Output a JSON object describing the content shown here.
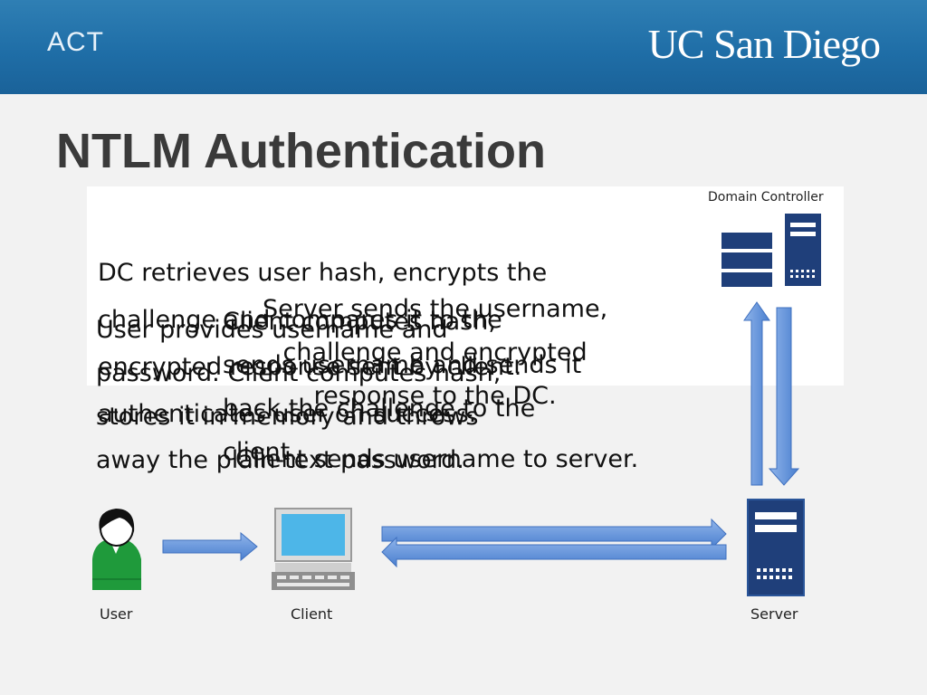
{
  "header": {
    "brand_left": "ACT",
    "brand_right": "UC San Diego"
  },
  "slide": {
    "title": "NTLM Authentication"
  },
  "nodes": {
    "domain_controller": "Domain Controller",
    "user": "User",
    "client": "Client",
    "server": "Server"
  },
  "steps": {
    "dc_step": [
      "DC retrieves user hash, encrypts the",
      "challenge and compares it to the",
      "encrypted response sent by client.",
      "authenticates user on success."
    ],
    "server_step": [
      "Server sends the username,",
      "challenge and encrypted",
      "response to the DC."
    ],
    "client_step": [
      "Client computes hash,",
      "sends username and sends it",
      "back the challenge to the",
      "client."
    ],
    "user_step": [
      "User provides username and",
      "password.  Client computes hash,",
      "stores it in memory and throws",
      "away the plain-text password.",
      "Client sends username to server."
    ]
  },
  "colors": {
    "header": "#1f6ea7",
    "arrow": "#5b8fd6",
    "server": "#1f3f7a",
    "user_shirt": "#1f9a3b"
  }
}
